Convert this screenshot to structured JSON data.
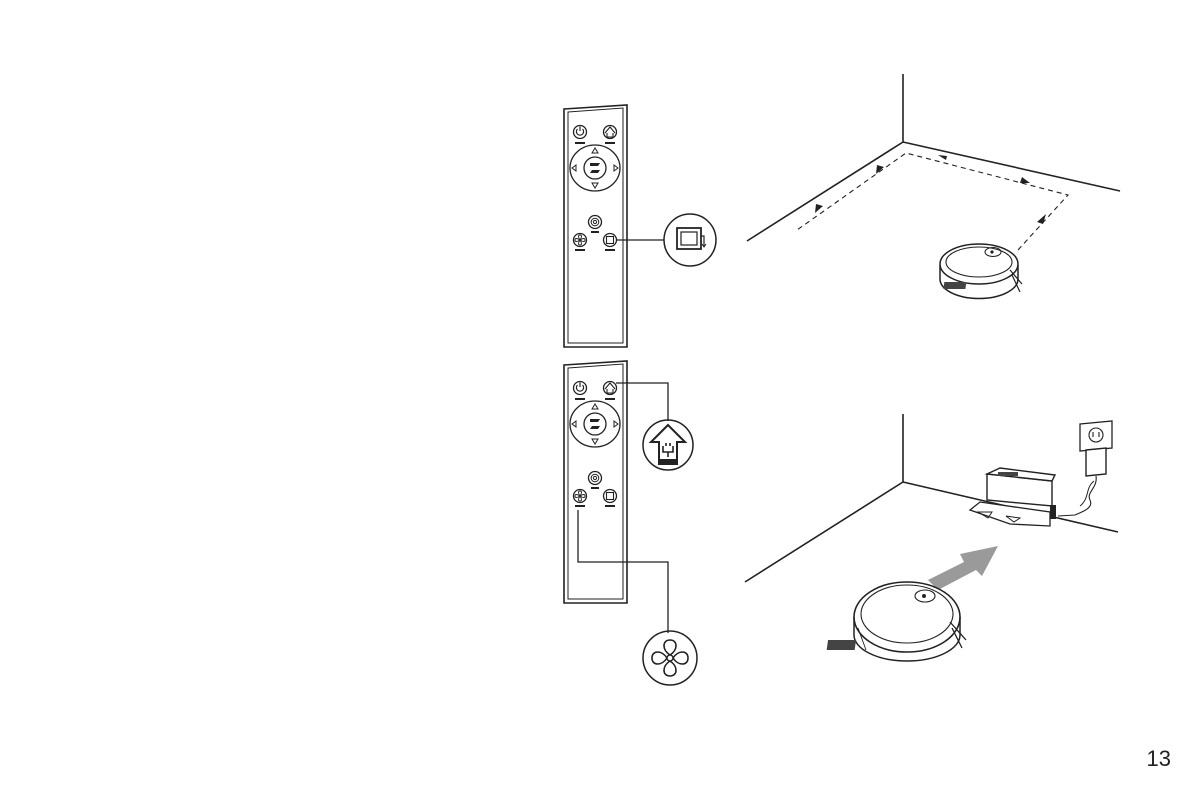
{
  "page": {
    "number": "13"
  },
  "illustrations": [
    {
      "name": "remote-control-edge-button",
      "icon": "edge-clean-icon"
    },
    {
      "name": "edge-cleaning-scene",
      "icon": "robot-vacuum"
    },
    {
      "name": "remote-control-home-fan-buttons",
      "icons": [
        "home-recharge-icon",
        "fan-suction-icon"
      ]
    },
    {
      "name": "docking-scene",
      "icon": "charging-dock"
    }
  ],
  "colors": {
    "line": "#222222",
    "arrow_fill": "#9a9a9a",
    "background": "#ffffff"
  }
}
